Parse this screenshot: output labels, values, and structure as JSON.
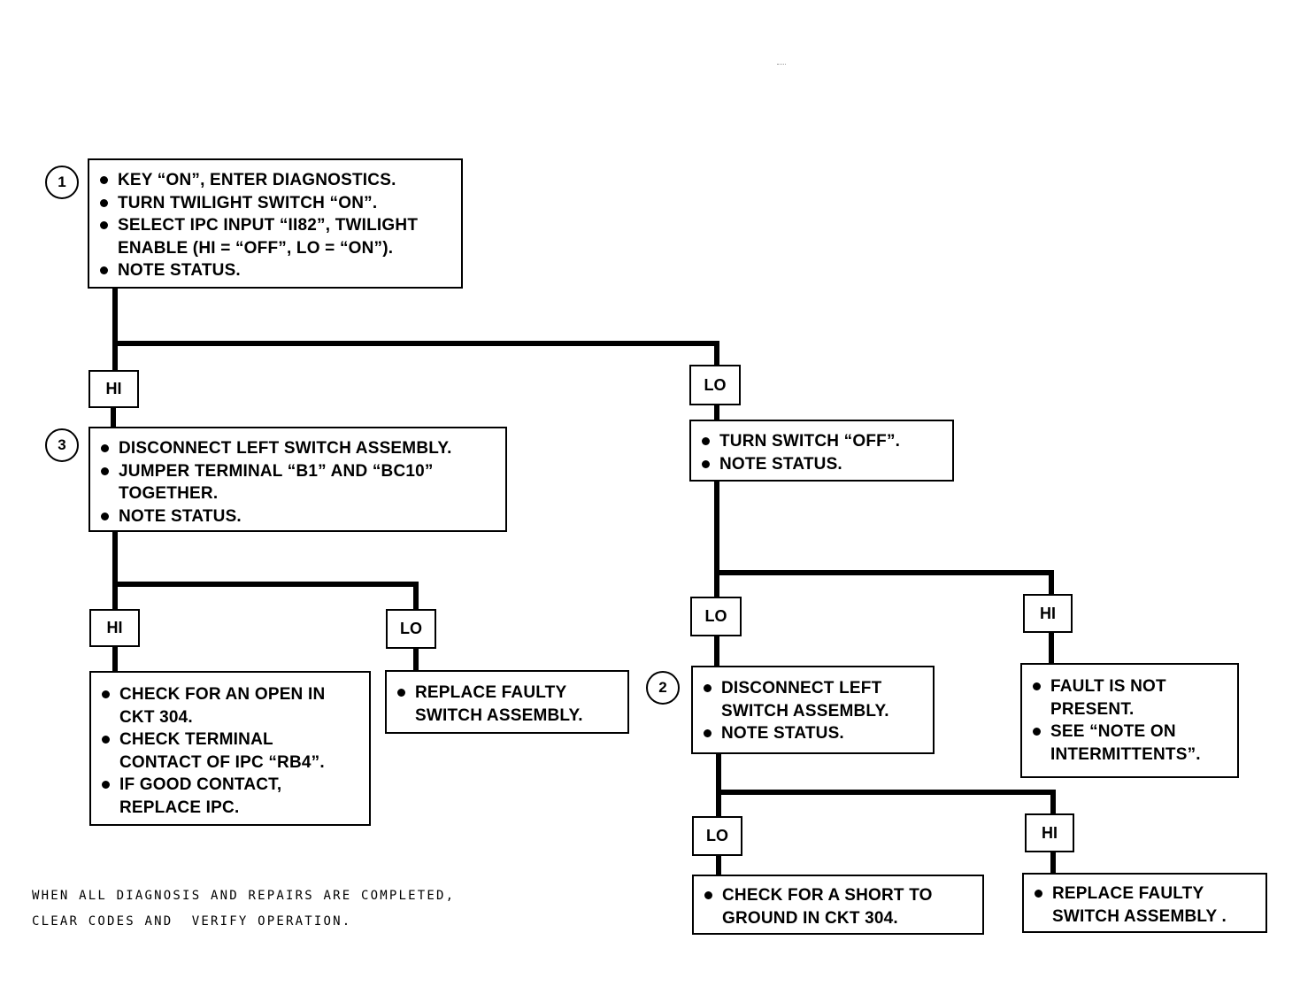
{
  "steps": {
    "step1": {
      "number": "1",
      "items": [
        "KEY “ON”, ENTER DIAGNOSTICS.",
        "TURN TWILIGHT SWITCH “ON”.",
        "SELECT IPC INPUT “II82”, TWILIGHT\nENABLE  (HI  =  “OFF”, LO  =  “ON”).",
        "NOTE STATUS."
      ]
    },
    "step3": {
      "number": "3",
      "items": [
        "DISCONNECT LEFT SWITCH ASSEMBLY.",
        "JUMPER TERMINAL “B1” AND “BC10”\nTOGETHER.",
        "NOTE STATUS."
      ]
    },
    "lo_turn": {
      "items": [
        "TURN SWITCH “OFF”.",
        "NOTE STATUS."
      ]
    },
    "check_open": {
      "items": [
        "CHECK FOR AN OPEN IN\nCKT 304.",
        "CHECK TERMINAL\nCONTACT OF IPC “RB4”.",
        "IF GOOD CONTACT,\nREPLACE IPC."
      ]
    },
    "replace_left": {
      "items": [
        "REPLACE FAULTY\nSWITCH ASSEMBLY."
      ]
    },
    "step2": {
      "number": "2",
      "items": [
        "DISCONNECT LEFT\nSWITCH ASSEMBLY.",
        "NOTE STATUS."
      ]
    },
    "fault_not_present": {
      "items": [
        "FAULT IS NOT\nPRESENT.",
        "SEE “NOTE ON\nINTERMITTENTS”."
      ]
    },
    "check_short": {
      "items": [
        "CHECK FOR A SHORT TO\nGROUND IN CKT 304."
      ]
    },
    "replace_right": {
      "items": [
        "REPLACE FAULTY\nSWITCH ASSEMBLY ."
      ]
    }
  },
  "tags": {
    "hi": "HI",
    "lo": "LO"
  },
  "footnote": {
    "line1": "WHEN ALL DIAGNOSIS AND REPAIRS ARE COMPLETED,",
    "line2": "CLEAR CODES AND  VERIFY OPERATION."
  }
}
